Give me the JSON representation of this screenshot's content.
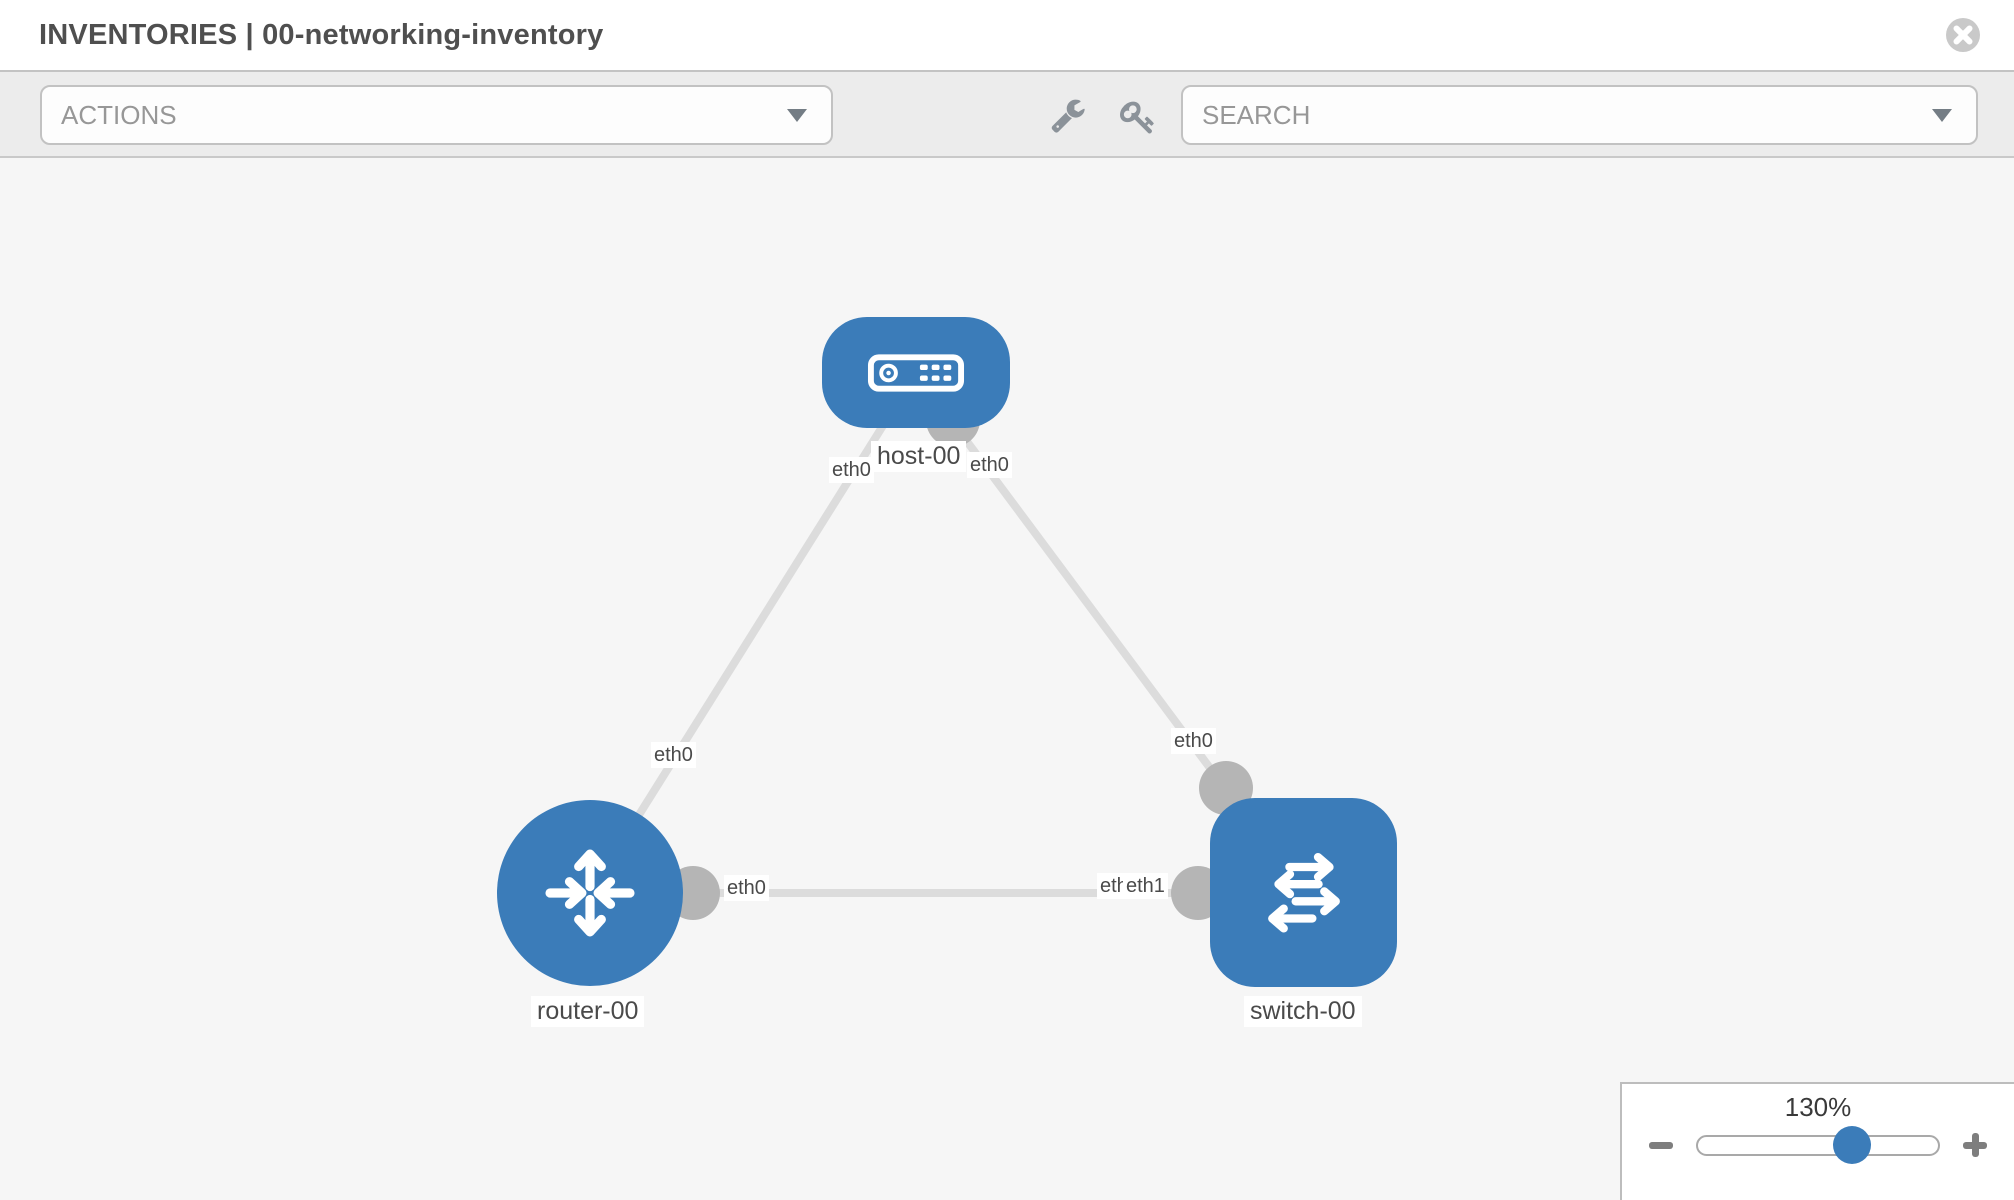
{
  "header": {
    "title": "INVENTORIES | 00-networking-inventory",
    "close_icon": "x-circle"
  },
  "toolbar": {
    "actions_label": "ACTIONS",
    "search_label": "SEARCH",
    "tool_icons": [
      "wrench",
      "key"
    ]
  },
  "topology": {
    "nodes": [
      {
        "id": "host-00",
        "type": "host",
        "label": "host-00",
        "icon": "host-icon"
      },
      {
        "id": "router-00",
        "type": "router",
        "label": "router-00",
        "icon": "router-icon"
      },
      {
        "id": "switch-00",
        "type": "switch",
        "label": "switch-00",
        "icon": "switch-icon"
      }
    ],
    "links": [
      {
        "from": "host-00",
        "from_interface": "eth0",
        "to": "router-00",
        "to_interface": "eth0"
      },
      {
        "from": "host-00",
        "from_interface": "eth0",
        "to": "switch-00",
        "to_interface": "eth0"
      },
      {
        "from": "router-00",
        "from_interface": "eth0",
        "to": "switch-00",
        "to_interface": "eth1"
      }
    ],
    "chips": [
      {
        "text": "eth0"
      },
      {
        "text": "eth0"
      },
      {
        "text": "eth0"
      },
      {
        "text": "eth0"
      },
      {
        "text": "eth0"
      },
      {
        "text": "eth1"
      },
      {
        "text": "eth0"
      }
    ]
  },
  "zoom_control": {
    "level": "130%",
    "minus_icon": "minus",
    "plus_icon": "plus"
  },
  "colors": {
    "node_blue": "#3b7cb9",
    "link_gray": "#dcdcdc",
    "endpoint_gray": "#b5b5b5",
    "toolbar_gray": "#ececec",
    "canvas_bg": "#f6f6f6"
  }
}
